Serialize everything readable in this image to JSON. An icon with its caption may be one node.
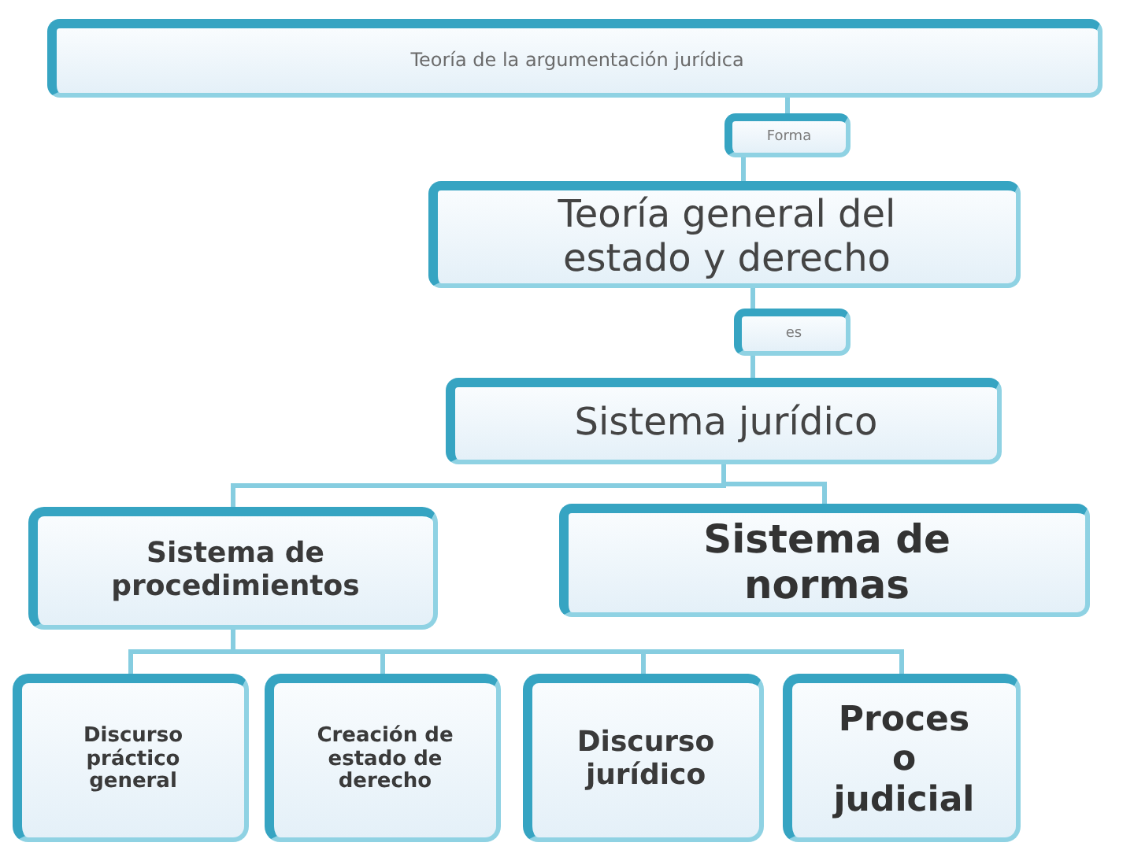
{
  "diagram": {
    "nodes": [
      {
        "text": [
          "Teoría de la argumentación jurídica"
        ]
      },
      {
        "text": [
          "Forma"
        ]
      },
      {
        "text": [
          "Teoría general del estado y derecho"
        ]
      },
      {
        "text": [
          "es"
        ]
      },
      {
        "text": [
          "Sistema jurídico"
        ]
      },
      {
        "text": [
          "Sistema de procedimientos"
        ]
      },
      {
        "text": [
          "Sistema de normas"
        ]
      },
      {
        "text": [
          "Discurso práctico general"
        ]
      },
      {
        "text": [
          "Creación de estado de derecho"
        ]
      },
      {
        "text": [
          "Discurso jurídico"
        ]
      },
      {
        "text": [
          "Proces o judicial"
        ]
      }
    ],
    "edges": [
      {
        "from": 0,
        "to": 1,
        "arrow": "none"
      },
      {
        "from": 1,
        "to": 2,
        "arrow": "none"
      },
      {
        "from": 2,
        "to": 3,
        "arrow": "none"
      },
      {
        "from": 3,
        "to": 4,
        "arrow": "none"
      },
      {
        "from": 4,
        "to": 5,
        "arrow": "none"
      },
      {
        "from": 4,
        "to": 6,
        "arrow": "none"
      },
      {
        "from": 5,
        "to": 7,
        "arrow": "none"
      },
      {
        "from": 5,
        "to": 8,
        "arrow": "none"
      },
      {
        "from": 5,
        "to": 9,
        "arrow": "none"
      },
      {
        "from": 5,
        "to": 10,
        "arrow": "none"
      }
    ]
  }
}
